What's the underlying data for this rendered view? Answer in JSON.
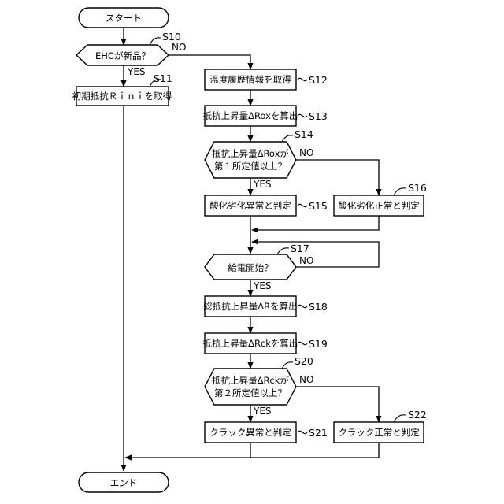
{
  "flowchart": {
    "start_label": "スタート",
    "end_label": "エンド",
    "s10": {
      "step": "S10",
      "text": "EHCが新品？",
      "yes": "YES",
      "no": "NO"
    },
    "s11": {
      "step": "S11",
      "text": "初期抵抗Ｒｉｎｉを取得"
    },
    "s12": {
      "step": "S12",
      "text": "温度履歴情報を取得"
    },
    "s13": {
      "step": "S13",
      "text": "抵抗上昇量ΔRoxを算出"
    },
    "s14": {
      "step": "S14",
      "line1": "抵抗上昇量ΔRoxが",
      "line2": "第１所定値以上？",
      "yes": "YES",
      "no": "NO"
    },
    "s15": {
      "step": "S15",
      "text": "酸化劣化異常と判定"
    },
    "s16": {
      "step": "S16",
      "text": "酸化劣化正常と判定"
    },
    "s17": {
      "step": "S17",
      "text": "給電開始？",
      "yes": "YES",
      "no": "NO"
    },
    "s18": {
      "step": "S18",
      "text": "総抵抗上昇量ΔRを算出"
    },
    "s19": {
      "step": "S19",
      "text": "抵抗上昇量ΔRckを算出"
    },
    "s20": {
      "step": "S20",
      "line1": "抵抗上昇量ΔRckが",
      "line2": "第２所定値以上？",
      "yes": "YES",
      "no": "NO"
    },
    "s21": {
      "step": "S21",
      "text": "クラック異常と判定"
    },
    "s22": {
      "step": "S22",
      "text": "クラック正常と判定"
    }
  }
}
